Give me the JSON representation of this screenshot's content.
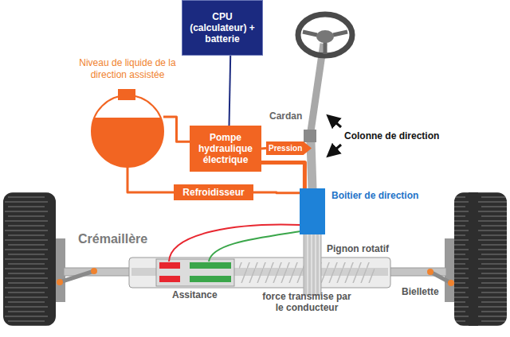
{
  "diagram": {
    "nodes": [
      {
        "text": [
          "CPU (calculateur) + batterie"
        ]
      },
      {
        "text": [
          "Pompe hydraulique électrique"
        ]
      },
      {
        "text": [
          "Pression"
        ]
      },
      {
        "text": [
          "Refroidisseur"
        ]
      },
      {
        "text": [
          "Boitier de direction"
        ]
      },
      {
        "text": [
          "Niveau de liquide de la direction assistée"
        ]
      }
    ],
    "edges": [
      {
        "from": 0,
        "to": 1,
        "arrow": "none"
      },
      {
        "from": 5,
        "to": 1,
        "arrow": "none"
      },
      {
        "from": 5,
        "to": 3,
        "arrow": "none"
      },
      {
        "from": 3,
        "to": 4,
        "arrow": "none"
      },
      {
        "from": 1,
        "to": 2,
        "arrow": "none"
      },
      {
        "from": 1,
        "to": 4,
        "arrow": "none"
      }
    ],
    "labels": [
      "Cardan",
      "Colonne de direction",
      "Crémaillère",
      "Pignon rotatif",
      "Assitance",
      "force transmise par le conducteur",
      "Biellette"
    ]
  }
}
